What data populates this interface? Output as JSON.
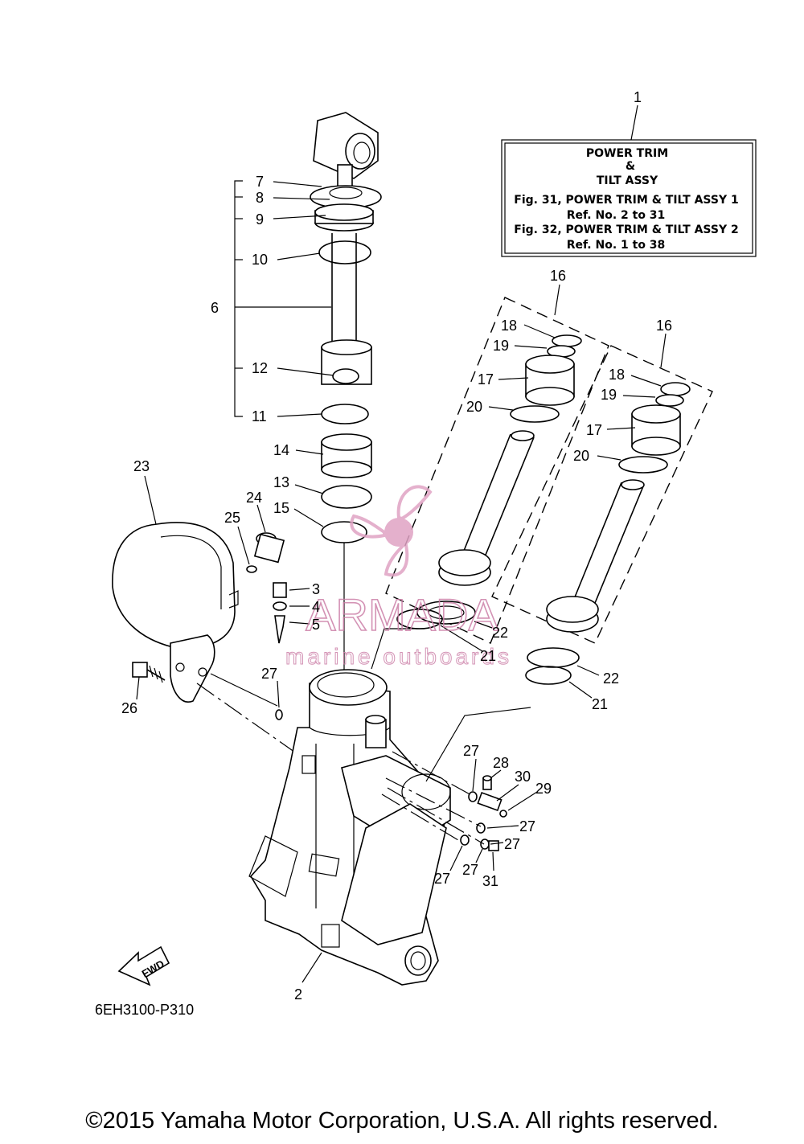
{
  "info_box": {
    "ref": "1",
    "title_line1": "POWER TRIM",
    "title_line2": "&",
    "title_line3": "TILT ASSY",
    "line1": "Fig. 31, POWER TRIM & TILT ASSY 1",
    "line2": "Ref. No. 2 to 31",
    "line3": "Fig. 32, POWER TRIM & TILT ASSY 2",
    "line4": "Ref. No. 1 to 38"
  },
  "callouts": {
    "c2": "2",
    "c3": "3",
    "c4": "4",
    "c5": "5",
    "c6": "6",
    "c7": "7",
    "c8": "8",
    "c9": "9",
    "c10": "10",
    "c11": "11",
    "c12": "12",
    "c13": "13",
    "c14": "14",
    "c15": "15",
    "c16a": "16",
    "c16b": "16",
    "c17a": "17",
    "c17b": "17",
    "c18a": "18",
    "c18b": "18",
    "c19a": "19",
    "c19b": "19",
    "c20a": "20",
    "c20b": "20",
    "c21a": "21",
    "c21b": "21",
    "c22a": "22",
    "c22b": "22",
    "c23": "23",
    "c24": "24",
    "c25": "25",
    "c26": "26",
    "c27a": "27",
    "c27b": "27",
    "c27c": "27",
    "c27d": "27",
    "c27e": "27",
    "c27f": "27",
    "c28": "28",
    "c29": "29",
    "c30": "30",
    "c31": "31"
  },
  "fwd_label": "FWD",
  "diagram_code": "6EH3100-P310",
  "watermark": {
    "brand": "ARMADA",
    "tagline": "marine outboards",
    "color": "#e0a3c4"
  },
  "copyright": "©2015 Yamaha Motor Corporation, U.S.A. All rights reserved."
}
